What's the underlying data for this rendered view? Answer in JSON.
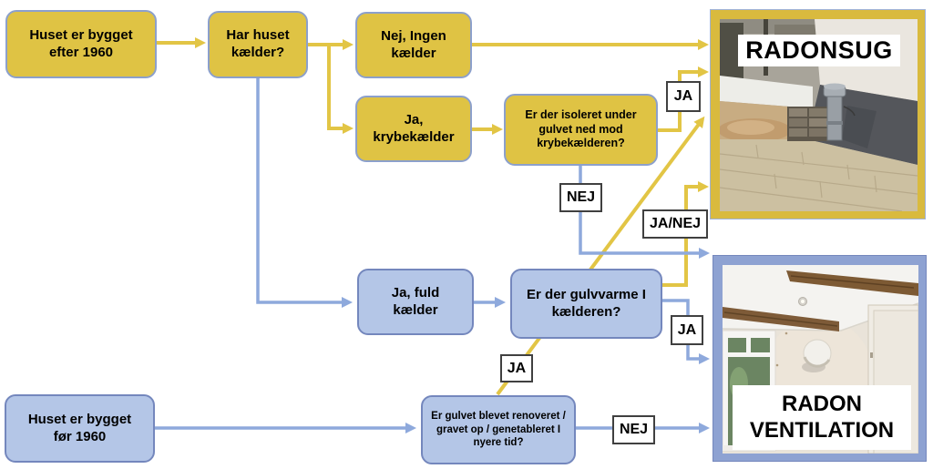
{
  "colors": {
    "yellow_fill": "#DFC344",
    "yellow_border": "#8CA0CC",
    "yellow_line": "#E2C545",
    "blue_fill": "#B4C6E7",
    "blue_border": "#7487BD",
    "blue_line": "#8EA9DC",
    "label_border": "#404040",
    "text": "#000000",
    "frame_yellow": "#D9BA3E",
    "frame_blue": "#8EA2D2",
    "bg": "#FFFFFF"
  },
  "nodes": {
    "built_after_1960": "Huset er bygget efter 1960",
    "has_basement": "Har huset kælder?",
    "no_basement": "Nej, Ingen kælder",
    "crawl_space": "Ja, krybekælder",
    "insulated": "Er der isoleret under gulvet ned mod krybekælderen?",
    "full_basement": "Ja, fuld kælder",
    "floor_heating": "Er der gulvvarme I kælderen?",
    "built_before_1960": "Huset er bygget før 1960",
    "renovated": "Er gulvet blevet renoveret / gravet op / genetableret I nyere tid?"
  },
  "edge_labels": {
    "ja_insulated": "JA",
    "nej_insulated": "NEJ",
    "ja_nej_floor_heating": "JA/NEJ",
    "ja_floor_heating": "JA",
    "ja_renovated": "JA",
    "nej_renovated": "NEJ"
  },
  "outcomes": {
    "radonsug": "RADONSUG",
    "radon_ventilation": "RADON VENTILATION"
  }
}
